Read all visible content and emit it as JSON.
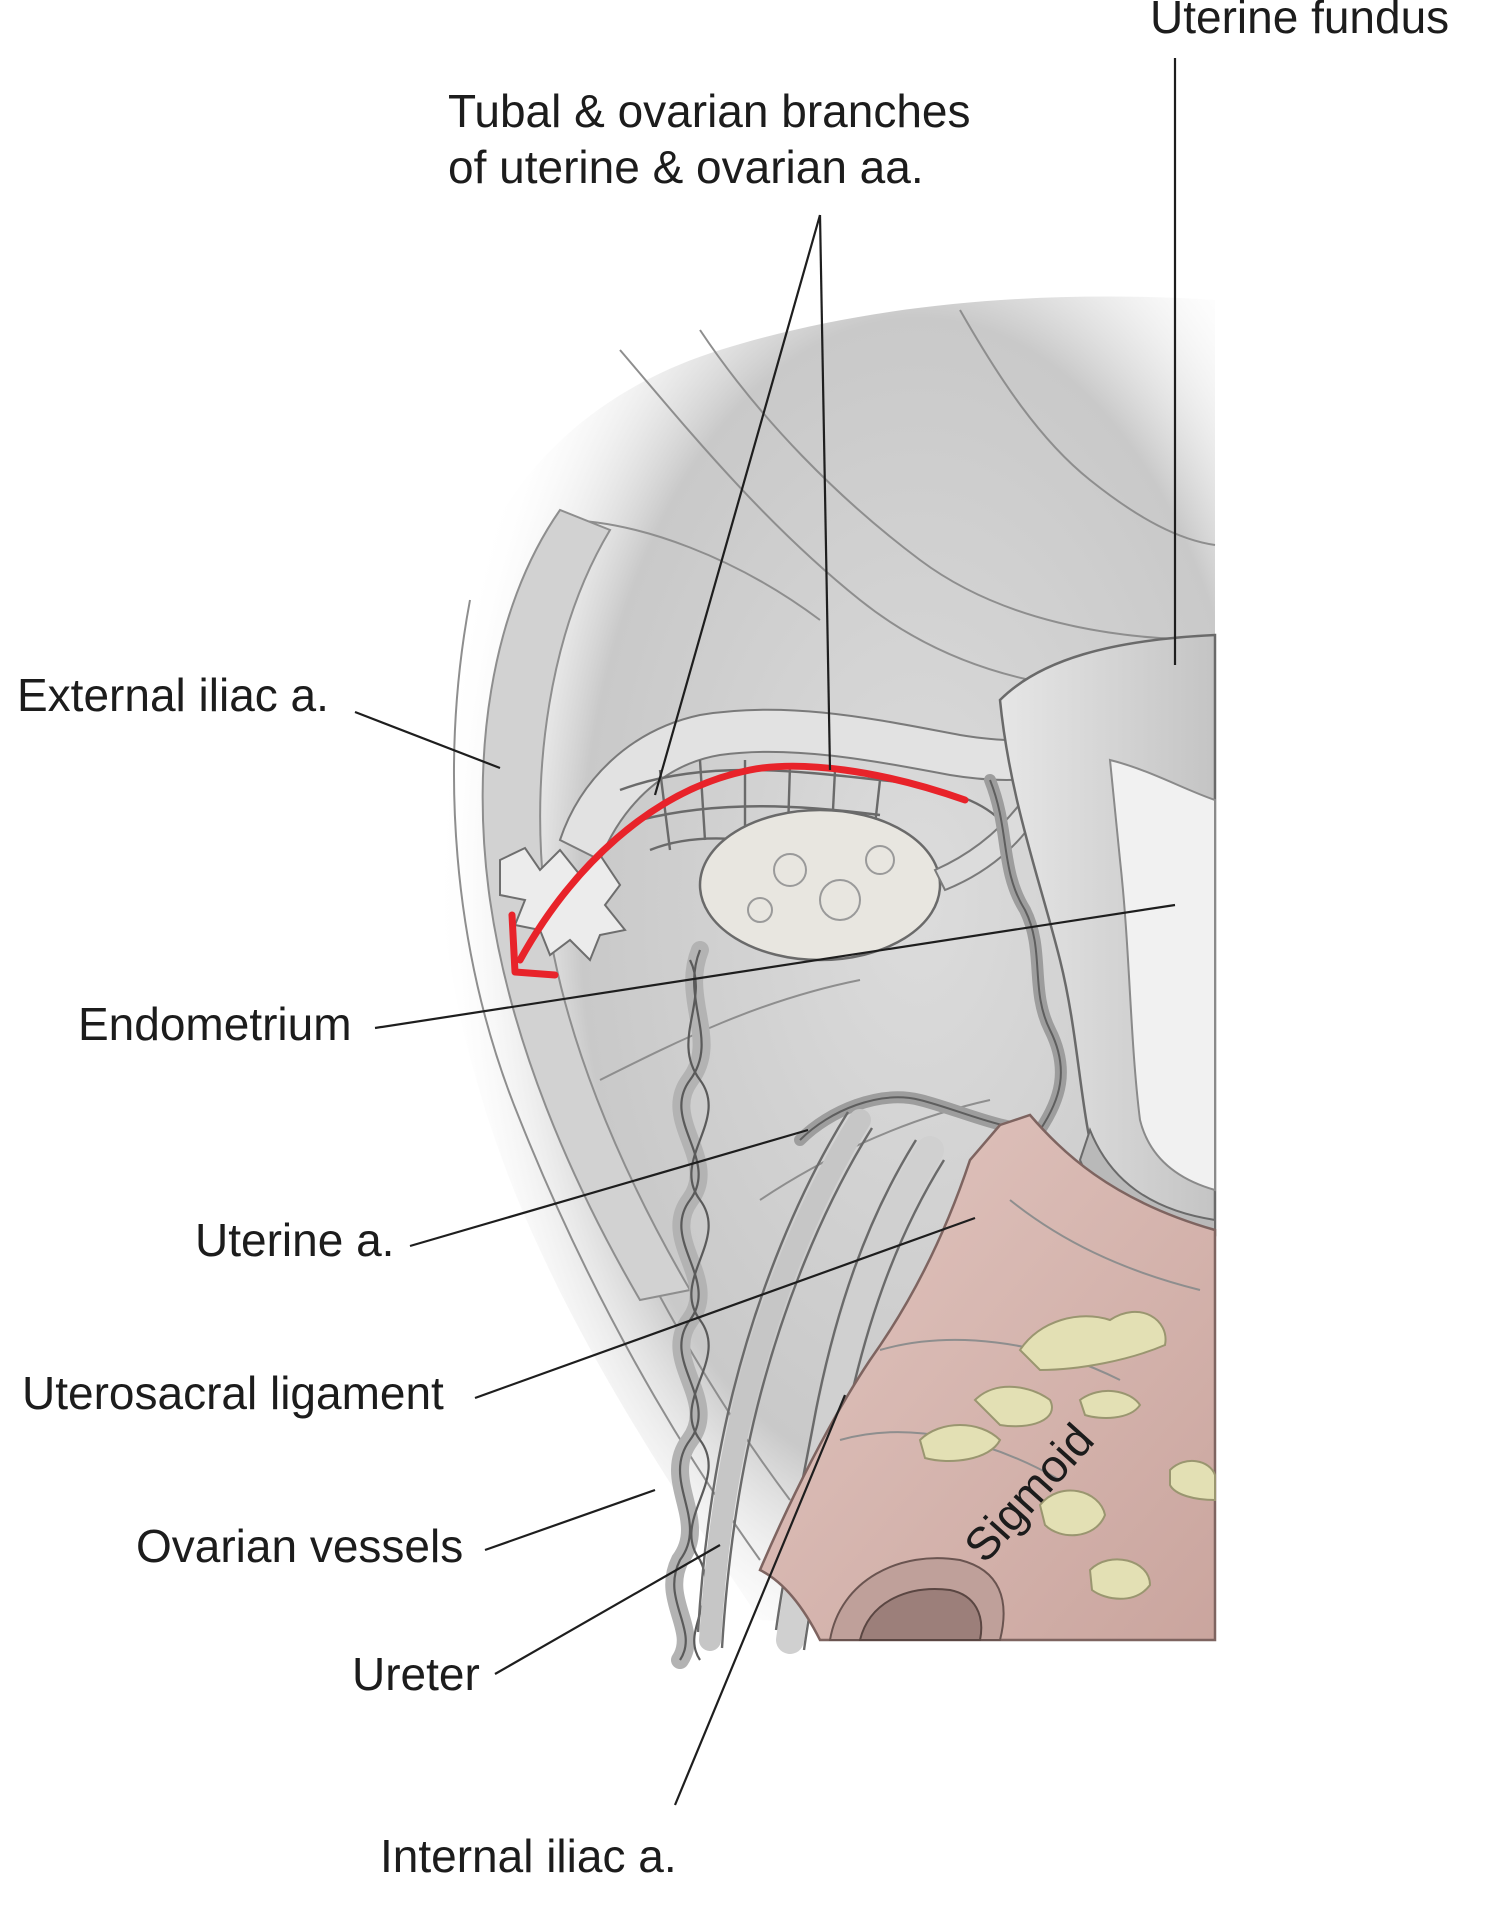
{
  "labels": {
    "uterine_fundus": "Uterine fundus",
    "tubal_branches_line1": "Tubal & ovarian branches",
    "tubal_branches_line2": "of uterine & ovarian aa.",
    "external_iliac": "External iliac a.",
    "endometrium": "Endometrium",
    "uterine_artery": "Uterine a.",
    "uterosacral_ligament": "Uterosacral ligament",
    "ovarian_vessels": "Ovarian vessels",
    "ureter": "Ureter",
    "internal_iliac": "Internal iliac a.",
    "sigmoid": "Sigmoid"
  },
  "colors": {
    "illustration_gray": "#d9d9d9",
    "sigmoid_pink": "#d8b8b2",
    "fat_yellow": "#e3e0b4",
    "annotation_arrow": "#e8232a",
    "label_text": "#1c1c1c"
  }
}
